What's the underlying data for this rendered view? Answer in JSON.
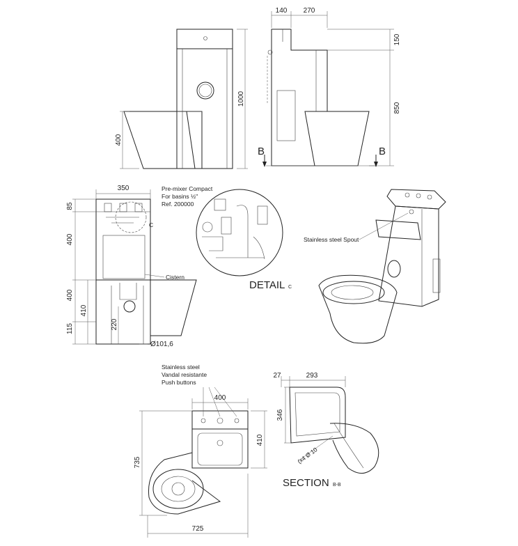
{
  "front_view": {
    "dims": {
      "height_total": "1000",
      "height_bowl": "400"
    }
  },
  "side_view": {
    "dims": {
      "top_140": "140",
      "top_270": "270",
      "right_150": "150",
      "right_850": "850"
    },
    "section_marks": {
      "left": "B",
      "right": "B"
    }
  },
  "cutaway_view": {
    "dims": {
      "width": "350",
      "left_85": "85",
      "left_400a": "400",
      "left_400b": "400",
      "left_115": "115",
      "inner_410": "410",
      "inner_220": "220",
      "pipe_dia": "Ø101,6"
    },
    "labels": {
      "cistern": "Cistern",
      "detail_ref": "C",
      "premixer_line1": "Pre-mixer Compact",
      "premixer_line2": "For basins ½\"",
      "premixer_line3": "Ref. 200000"
    }
  },
  "detail": {
    "title": "DETAIL",
    "suffix": "C"
  },
  "iso_view": {
    "spout_label": "Stainless steel Spout"
  },
  "plan_view": {
    "labels": {
      "line1": "Stainless steel",
      "line2": "Vandal resistante",
      "line3": "Push buttons"
    },
    "dims": {
      "top_400": "400",
      "left_735": "735",
      "right_410": "410",
      "bottom_725": "725"
    }
  },
  "section_view": {
    "dims": {
      "top_27": "27",
      "top_293": "293",
      "left_346": "346",
      "holes": "(x4 Ø 10"
    },
    "title": "SECTION",
    "suffix": "B-B"
  }
}
